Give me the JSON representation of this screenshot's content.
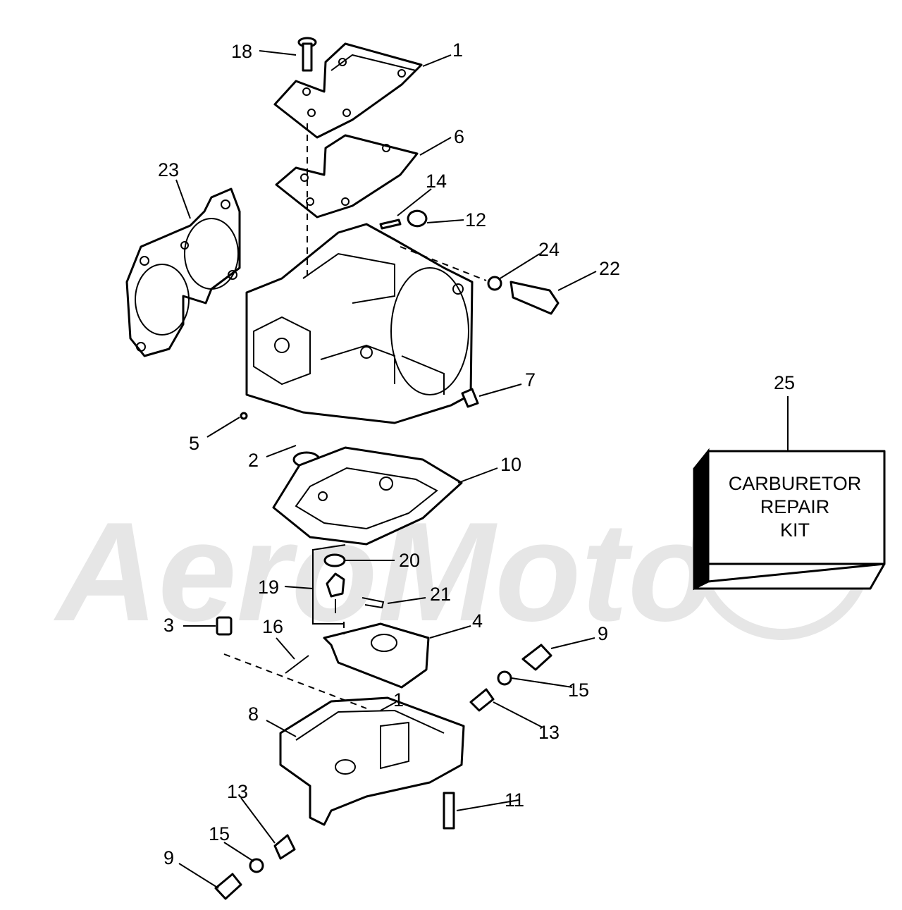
{
  "watermark": {
    "text": "AeroMoto"
  },
  "kit": {
    "number": "25",
    "lines": [
      "CARBURETOR",
      "REPAIR",
      "KIT"
    ]
  },
  "callouts": [
    {
      "label": "18"
    },
    {
      "label": "1"
    },
    {
      "label": "6"
    },
    {
      "label": "23"
    },
    {
      "label": "14"
    },
    {
      "label": "12"
    },
    {
      "label": "24"
    },
    {
      "label": "22"
    },
    {
      "label": "7"
    },
    {
      "label": "5"
    },
    {
      "label": "2"
    },
    {
      "label": "10"
    },
    {
      "label": "20"
    },
    {
      "label": "19"
    },
    {
      "label": "21"
    },
    {
      "label": "3"
    },
    {
      "label": "16"
    },
    {
      "label": "4"
    },
    {
      "label": "9"
    },
    {
      "label": "15"
    },
    {
      "label": "13"
    },
    {
      "label": "8"
    },
    {
      "label": "1"
    },
    {
      "label": "11"
    },
    {
      "label": "13"
    },
    {
      "label": "15"
    },
    {
      "label": "9"
    }
  ]
}
